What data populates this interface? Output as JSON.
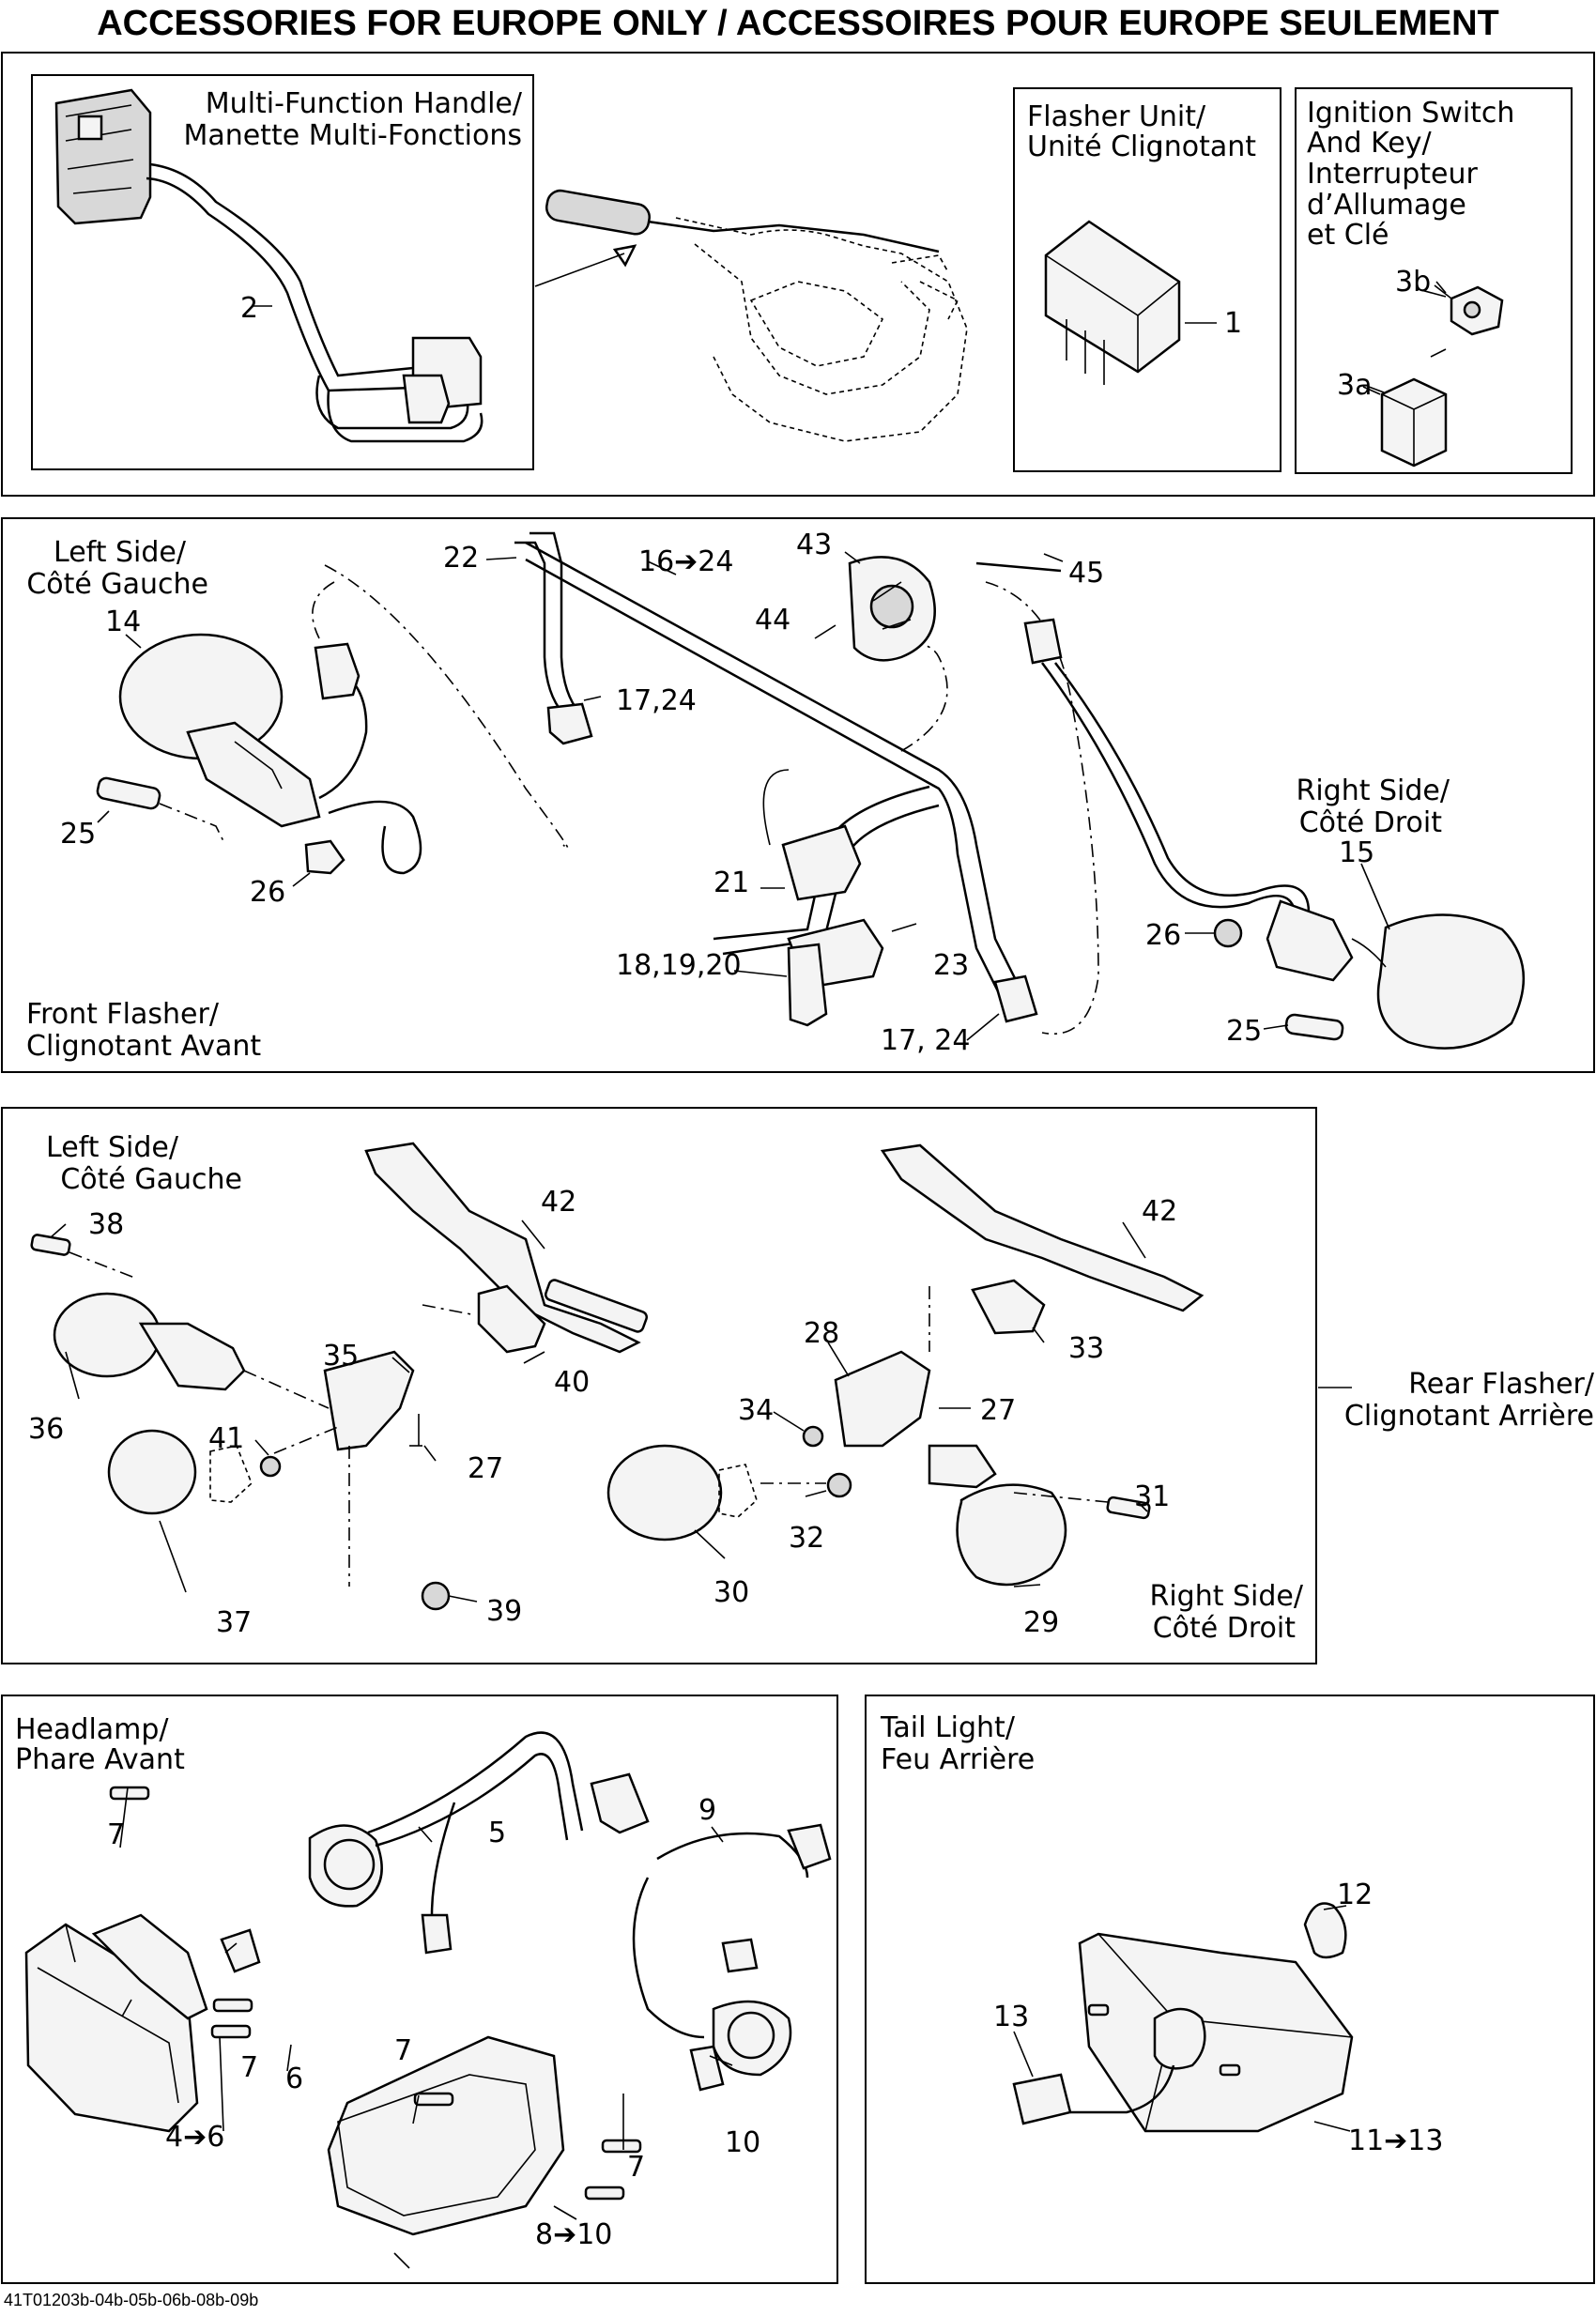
{
  "page": {
    "title": "ACCESSORIES FOR EUROPE ONLY / ACCESSOIRES POUR EUROPE SEULEMENT",
    "reference": "41T01203b-04b-05b-06b-08b-09b"
  },
  "sections": {
    "multifunction": {
      "title_line1": "Multi-Function Handle/",
      "title_line2": "Manette Multi-Fonctions"
    },
    "flasher_unit": {
      "title_line1": "Flasher Unit/",
      "title_line2": "Unité Clignotant"
    },
    "ignition": {
      "title_line1": "Ignition Switch",
      "title_line2": "And Key/",
      "title_line3": "Interrupteur",
      "title_line4": "d’Allumage",
      "title_line5": "et Clé"
    },
    "front_flasher": {
      "left_line1": "Left Side/",
      "left_line2": "Côté Gauche",
      "right_line1": "Right Side/",
      "right_line2": "Côté Droit",
      "title_line1": "Front Flasher/",
      "title_line2": "Clignotant Avant"
    },
    "rear_flasher": {
      "left_line1": "Left Side/",
      "left_line2": "Côté Gauche",
      "right_line1": "Right Side/",
      "right_line2": "Côté Droit",
      "title_line1": "Rear Flasher/",
      "title_line2": "Clignotant Arrière"
    },
    "headlamp": {
      "title_line1": "Headlamp/",
      "title_line2": "Phare Avant"
    },
    "tail_light": {
      "title_line1": "Tail Light/",
      "title_line2": "Feu Arrière"
    }
  },
  "callouts": {
    "c1": "1",
    "c2": "2",
    "c3a": "3a",
    "c3b": "3b",
    "c4_6": "4➔6",
    "c5": "5",
    "c6": "6",
    "c7a": "7",
    "c7b": "7",
    "c7c": "7",
    "c7d": "7",
    "c8_10": "8➔10",
    "c9": "9",
    "c10": "10",
    "c11_13": "11➔13",
    "c12": "12",
    "c13": "13",
    "c14": "14",
    "c15": "15",
    "c16_24": "16➔24",
    "c17_24a": "17,24",
    "c17_24b": "17, 24",
    "c18_20": "18,19,20",
    "c21": "21",
    "c22": "22",
    "c23": "23",
    "c25a": "25",
    "c25b": "25",
    "c26a": "26",
    "c26b": "26",
    "c27a": "27",
    "c27b": "27",
    "c28": "28",
    "c29": "29",
    "c30": "30",
    "c31": "31",
    "c32": "32",
    "c33": "33",
    "c34": "34",
    "c35": "35",
    "c36": "36",
    "c37": "37",
    "c38": "38",
    "c39": "39",
    "c40": "40",
    "c41": "41",
    "c42a": "42",
    "c42b": "42",
    "c43": "43",
    "c44": "44",
    "c45": "45"
  }
}
